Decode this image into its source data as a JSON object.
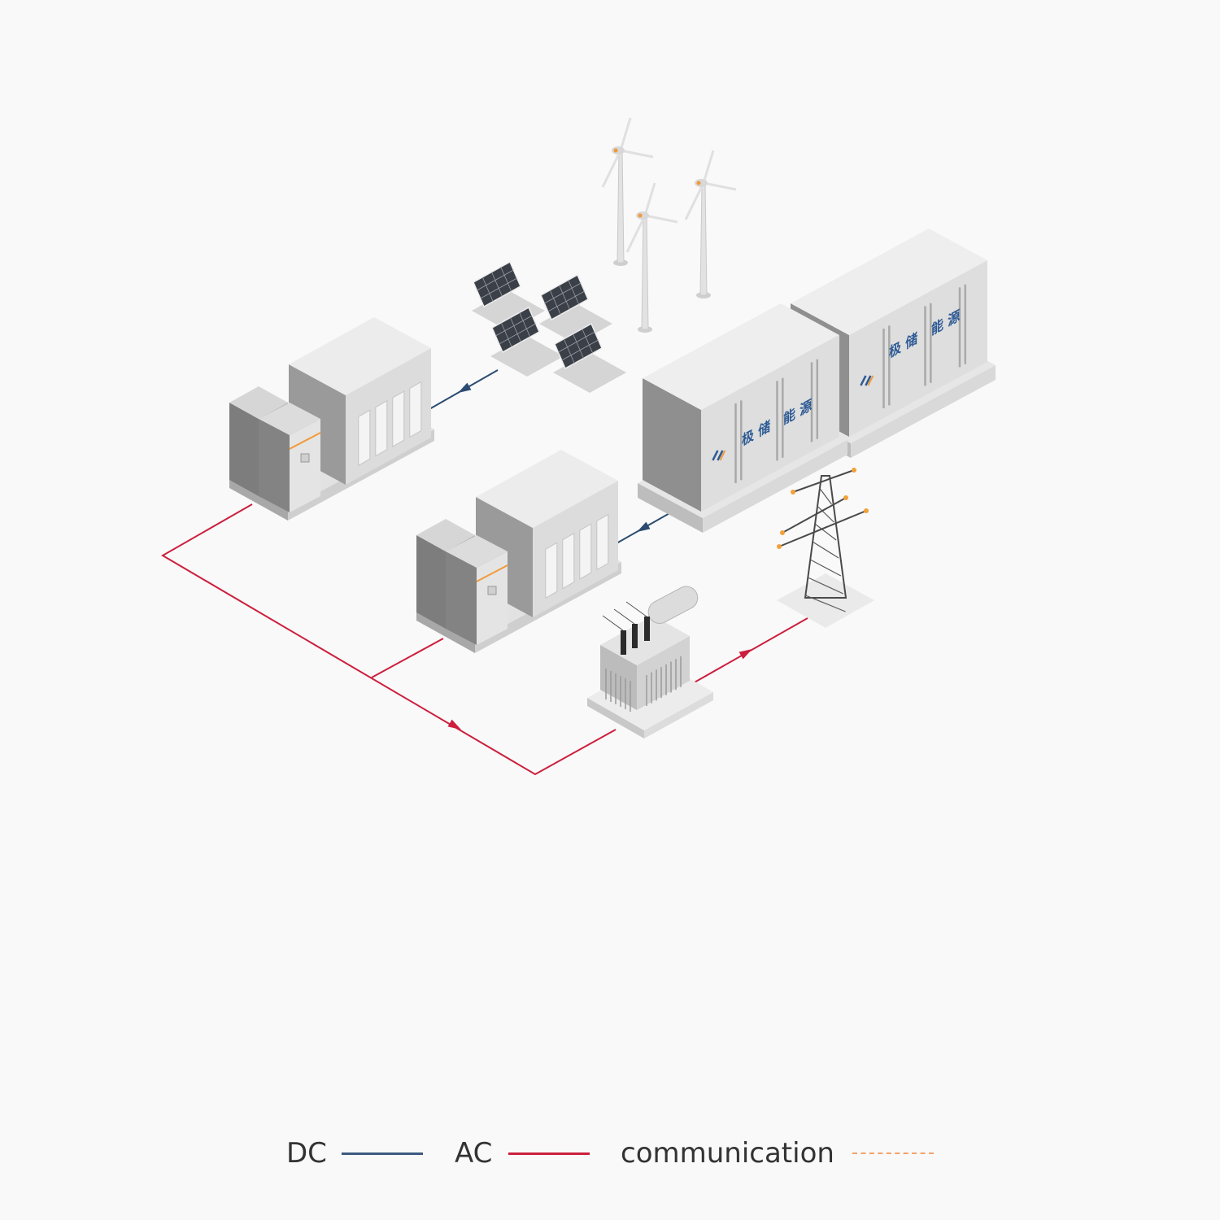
{
  "diagram": {
    "containers": [
      {
        "label_a": "极储",
        "label_b": "能源"
      },
      {
        "label_a": "极储",
        "label_b": "能源"
      }
    ],
    "components": [
      "wind-turbines",
      "solar-panels",
      "energy-storage-containers",
      "pcs-cabinets",
      "transformer",
      "transmission-tower"
    ]
  },
  "legend": {
    "dc_label": "DC",
    "ac_label": "AC",
    "comm_label": "communication"
  },
  "colors": {
    "dc": "#2c4b72",
    "ac": "#cc1f3d",
    "comm": "#f2a46a",
    "brand_text": "#2d5a94",
    "background": "#f9f9f9"
  }
}
